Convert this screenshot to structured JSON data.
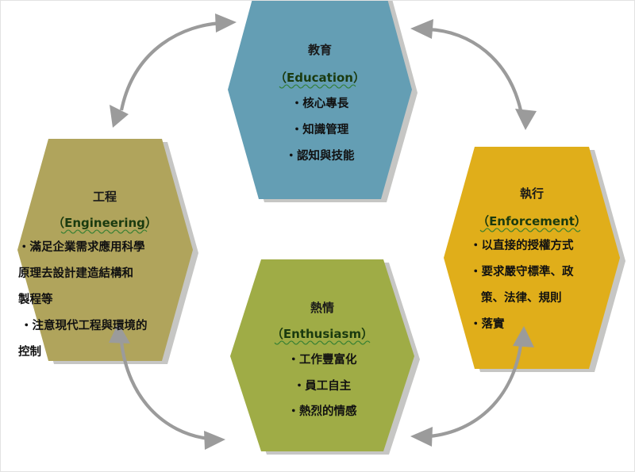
{
  "diagram": {
    "kind": "hexagon-cycle",
    "background_color": "#ffffff",
    "border_color": "#e2e2e2",
    "arrow_color": "#9b9b9b",
    "shadow_color": "#c6c6c4",
    "underline_color": "#2f7d32",
    "nodes": [
      {
        "id": "education",
        "position": "top",
        "title": "教育",
        "subtitle": "（Education）",
        "bullets": [
          "・核心專長",
          "・知識管理",
          "・認知與技能"
        ],
        "fill_color": "#649EB4"
      },
      {
        "id": "engineering",
        "position": "left",
        "title": "工程",
        "subtitle": "（Engineering）",
        "bullets": [
          "・滿足企業需求應用科學",
          "原理去設計建造結構和",
          "製程等",
          "・注意現代工程與環境的",
          "控制"
        ],
        "fill_color": "#B0A45C"
      },
      {
        "id": "enforcement",
        "position": "right",
        "title": "執行",
        "subtitle": "（Enforcement）",
        "bullets": [
          "・以直接的授權方式",
          "・要求嚴守標準、政",
          "策、法律、規則",
          "・落實"
        ],
        "fill_color": "#E0AE1A"
      },
      {
        "id": "enthusiasm",
        "position": "bottom",
        "title": "熱情",
        "subtitle": "（Enthusiasm）",
        "bullets": [
          "・工作豐富化",
          "・員工自主",
          "・熱烈的情感"
        ],
        "fill_color": "#9FAC46"
      }
    ],
    "connectors": [
      {
        "id": "engineering-education",
        "from": "engineering",
        "to": "education",
        "style": "double-headed-curved-arrow"
      },
      {
        "id": "education-enforcement",
        "from": "education",
        "to": "enforcement",
        "style": "double-headed-curved-arrow"
      },
      {
        "id": "engineering-enthusiasm",
        "from": "engineering",
        "to": "enthusiasm",
        "style": "double-headed-curved-arrow"
      },
      {
        "id": "enthusiasm-enforcement",
        "from": "enthusiasm",
        "to": "enforcement",
        "style": "double-headed-curved-arrow"
      }
    ]
  }
}
